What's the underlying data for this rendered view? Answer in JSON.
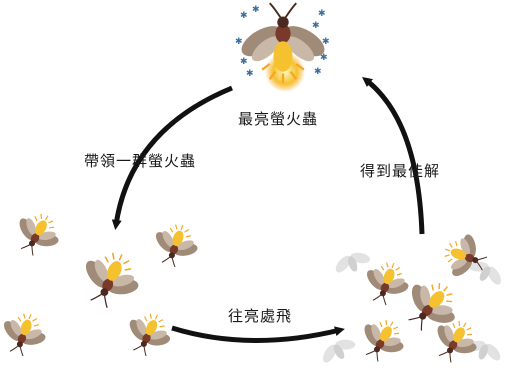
{
  "labels": {
    "brightest": "最亮螢火蟲",
    "lead_swarm": "帶領一群螢火蟲",
    "move_toward": "往亮處飛",
    "best_solution": "得到最佳解"
  },
  "colors": {
    "arrow": "#111111",
    "glow": "#f6a623",
    "abdomen": "#f5c12e",
    "wing": "#a08a78",
    "sparkle": "#3d6fa0",
    "ghost": "#d8d8d8"
  },
  "icons": {
    "brightest": "glowing-firefly-icon",
    "swarm": "firefly-icon",
    "ghost": "motion-trail-icon",
    "arrow": "curved-arrow-icon"
  }
}
